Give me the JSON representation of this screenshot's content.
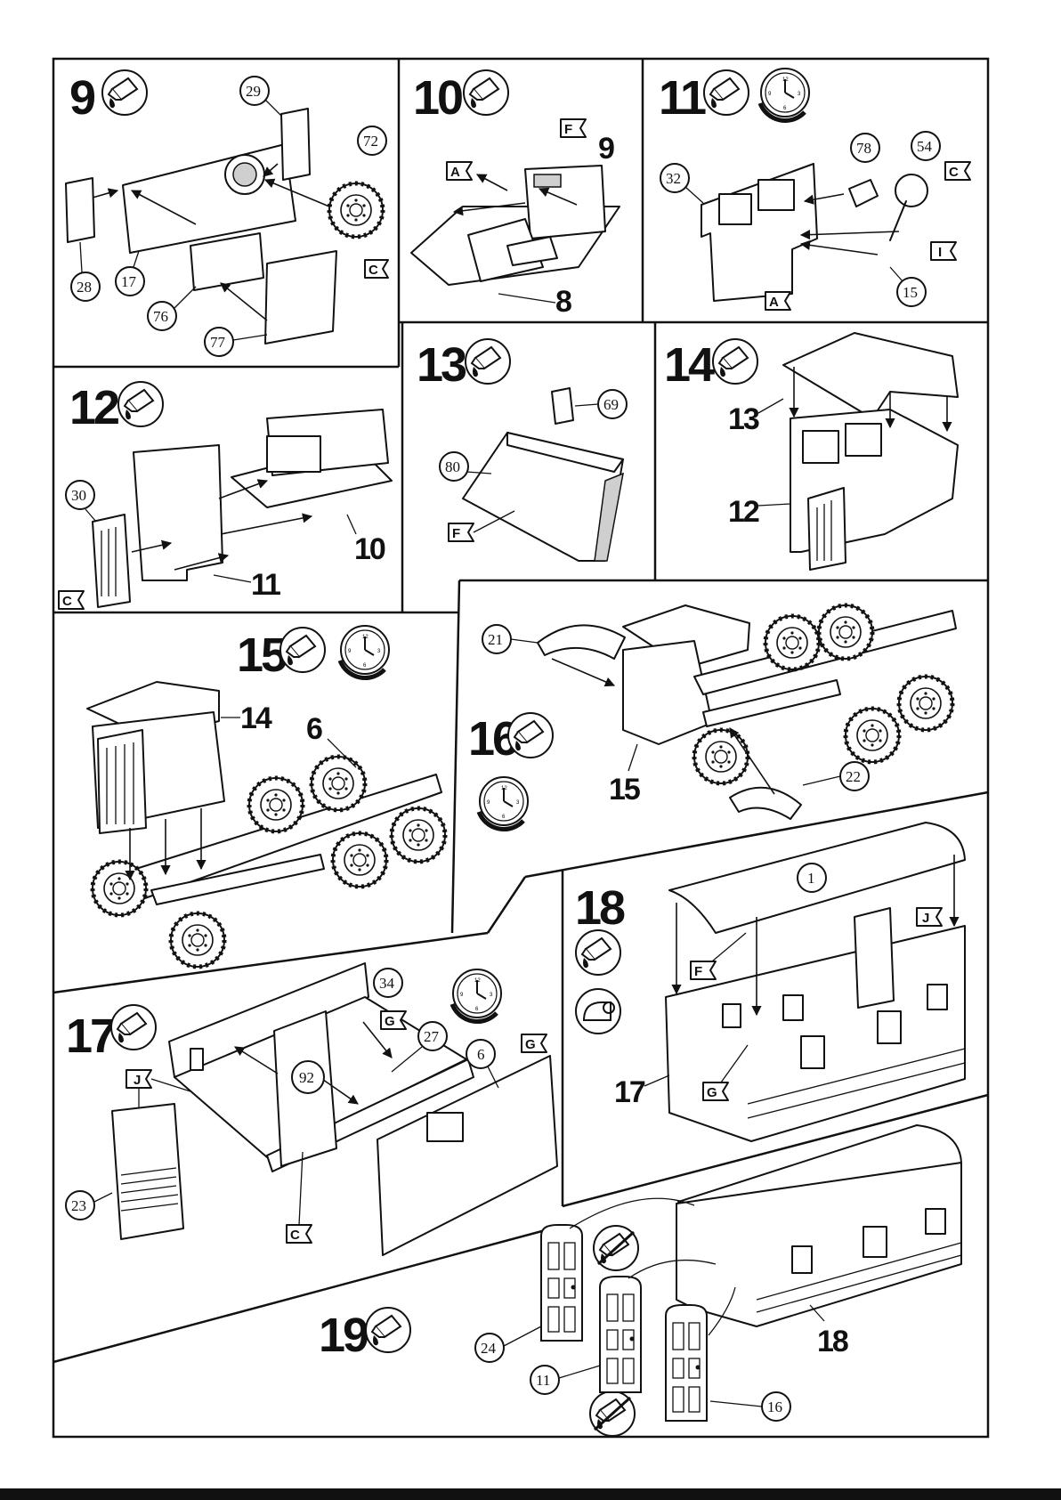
{
  "steps": [
    {
      "number": "9",
      "icons": [
        "glue-icon"
      ]
    },
    {
      "number": "10",
      "icons": [
        "glue-icon"
      ]
    },
    {
      "number": "11",
      "icons": [
        "glue-icon",
        "clock-wait-icon"
      ]
    },
    {
      "number": "12",
      "icons": [
        "glue-icon"
      ]
    },
    {
      "number": "13",
      "icons": [
        "glue-icon"
      ]
    },
    {
      "number": "14",
      "icons": [
        "glue-icon"
      ]
    },
    {
      "number": "15",
      "icons": [
        "glue-icon",
        "clock-wait-icon"
      ]
    },
    {
      "number": "16",
      "icons": [
        "glue-icon",
        "clock-wait-icon"
      ]
    },
    {
      "number": "17",
      "icons": [
        "glue-icon",
        "clock-wait-icon"
      ]
    },
    {
      "number": "18",
      "icons": [
        "glue-icon",
        "decal-water-icon"
      ]
    },
    {
      "number": "19",
      "icons": [
        "glue-icon",
        "no-glue-icon"
      ]
    }
  ],
  "step9": {
    "parts": [
      "29",
      "72",
      "28",
      "17",
      "76",
      "77"
    ],
    "color_flag": "C"
  },
  "step10": {
    "parts": [
      "9",
      "8"
    ],
    "color_flags": [
      "A",
      "F"
    ]
  },
  "step11": {
    "parts": [
      "78",
      "54",
      "32",
      "15"
    ],
    "color_flags": [
      "C",
      "I",
      "A"
    ]
  },
  "step12": {
    "parts": [
      "30",
      "11",
      "10"
    ],
    "color_flag": "C"
  },
  "step13": {
    "parts": [
      "69",
      "80"
    ],
    "color_flag": "F"
  },
  "step14": {
    "parts": [
      "13",
      "12"
    ]
  },
  "step15": {
    "parts": [
      "14",
      "6"
    ]
  },
  "step16": {
    "parts": [
      "21",
      "15",
      "22"
    ]
  },
  "step17": {
    "parts": [
      "34",
      "27",
      "92",
      "6",
      "23"
    ],
    "color_flags": [
      "G",
      "J",
      "G",
      "C"
    ]
  },
  "step18": {
    "parts": [
      "1",
      "17"
    ],
    "color_flags": [
      "J",
      "F",
      "G"
    ]
  },
  "step19": {
    "parts": [
      "24",
      "11",
      "18",
      "16"
    ]
  }
}
